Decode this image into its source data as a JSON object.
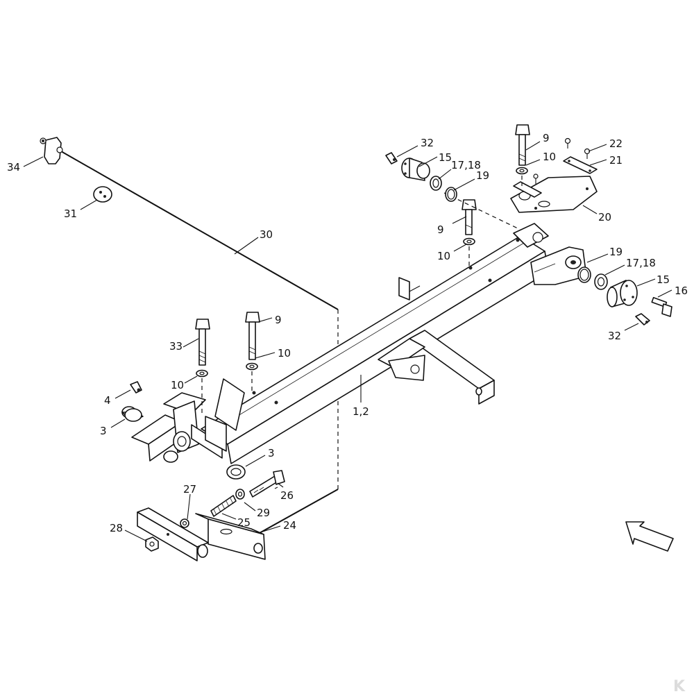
{
  "callouts": {
    "c34": "34",
    "c31": "31",
    "c30": "30",
    "c32_top": "32",
    "c15_top": "15",
    "c1718_top": "17,18",
    "c19_top": "19",
    "c9_top": "9",
    "c10_top": "10",
    "c22": "22",
    "c21": "21",
    "c20": "20",
    "c9_mid": "9",
    "c10_mid": "10",
    "c19_right": "19",
    "c1718_right": "17,18",
    "c15_right": "15",
    "c16": "16",
    "c32_right": "32",
    "c9_left": "9",
    "c33": "33",
    "c10_left_a": "10",
    "c10_left_b": "10",
    "c4": "4",
    "c3_left": "3",
    "c3_right": "3",
    "c12": "1,2",
    "c26": "26",
    "c27": "27",
    "c29": "29",
    "c25": "25",
    "c24": "24",
    "c28": "28"
  },
  "watermark": "K",
  "icons": {
    "direction": "arrow-icon"
  }
}
